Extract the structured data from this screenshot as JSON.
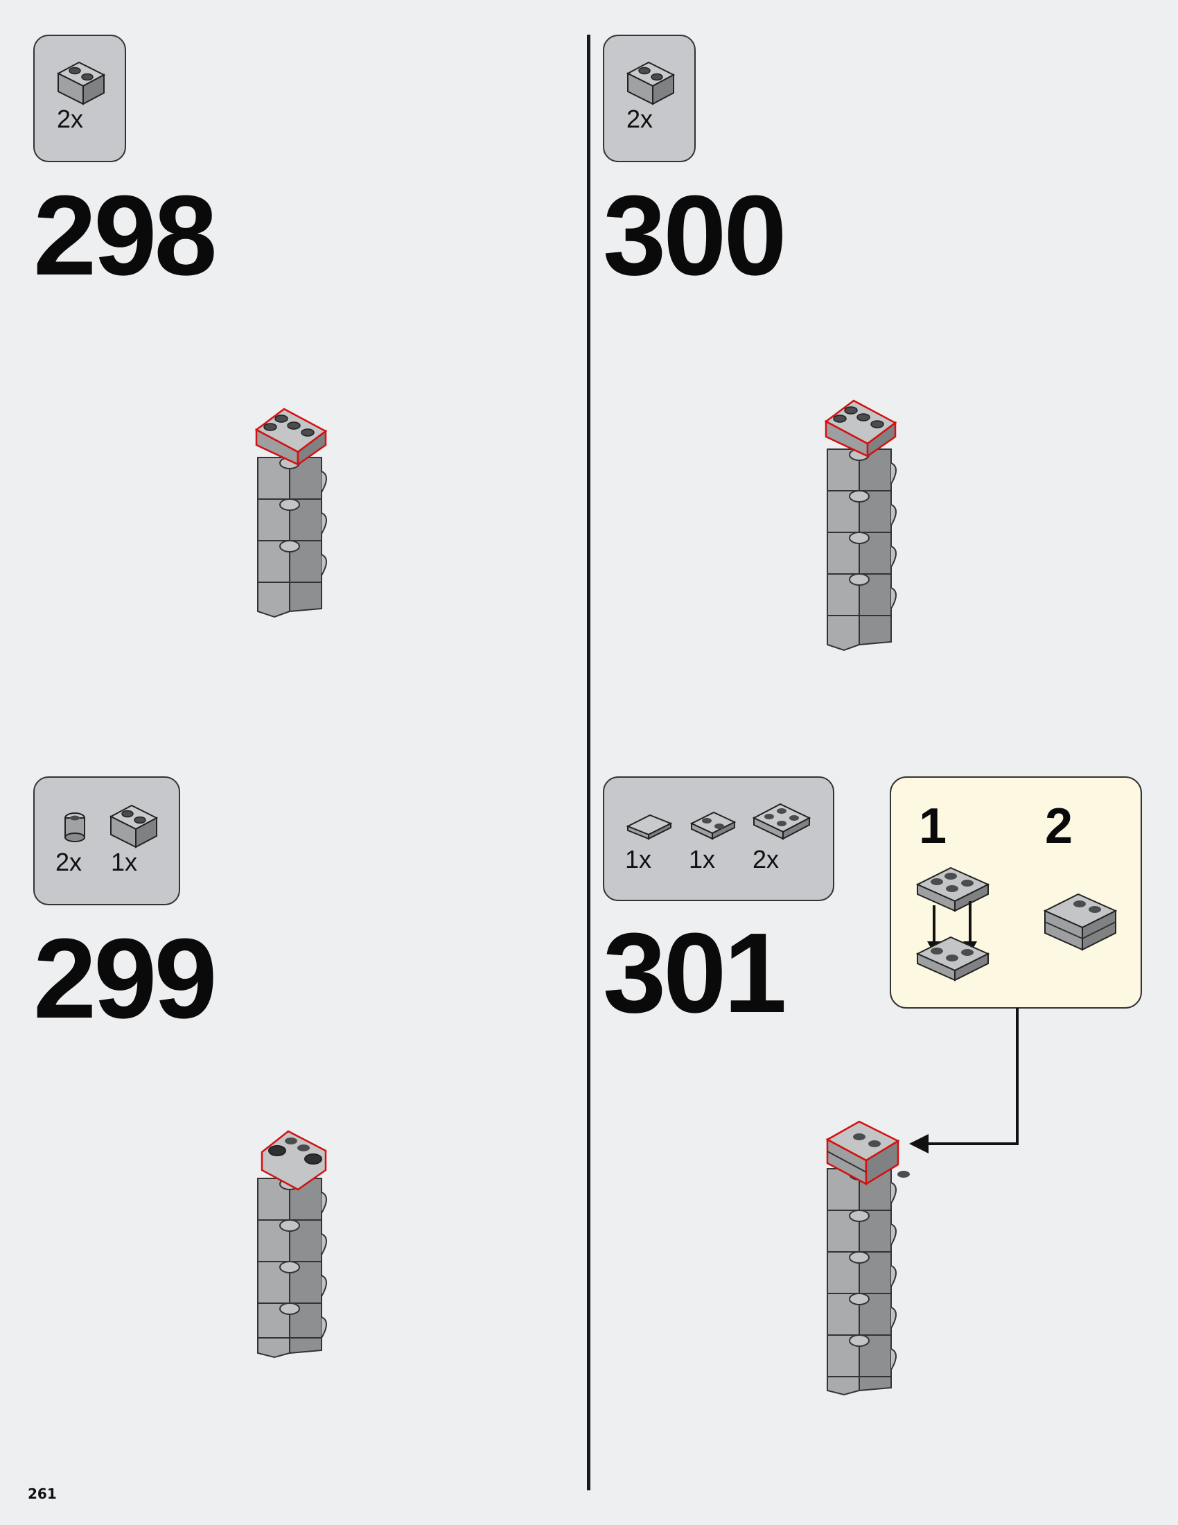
{
  "steps": [
    {
      "number": "298",
      "parts": [
        {
          "part": "brick-1x2",
          "qty": "2x"
        }
      ]
    },
    {
      "number": "299",
      "parts": [
        {
          "part": "round-brick-1x1",
          "qty": "2x"
        },
        {
          "part": "brick-1x2",
          "qty": "1x"
        }
      ]
    },
    {
      "number": "300",
      "parts": [
        {
          "part": "brick-1x2",
          "qty": "2x"
        }
      ]
    },
    {
      "number": "301",
      "parts": [
        {
          "part": "tile-1x2",
          "qty": "1x"
        },
        {
          "part": "plate-1x2",
          "qty": "1x"
        },
        {
          "part": "plate-2x2",
          "qty": "2x"
        }
      ]
    }
  ],
  "substeps": {
    "first": "1",
    "second": "2"
  },
  "page_number": "261",
  "colors": {
    "background": "#eeeff1",
    "parts_box": "#c6c8cc",
    "sub_assembly": "#fdf8e2",
    "brick": "#a5a7a9",
    "highlight": "#d41010"
  }
}
